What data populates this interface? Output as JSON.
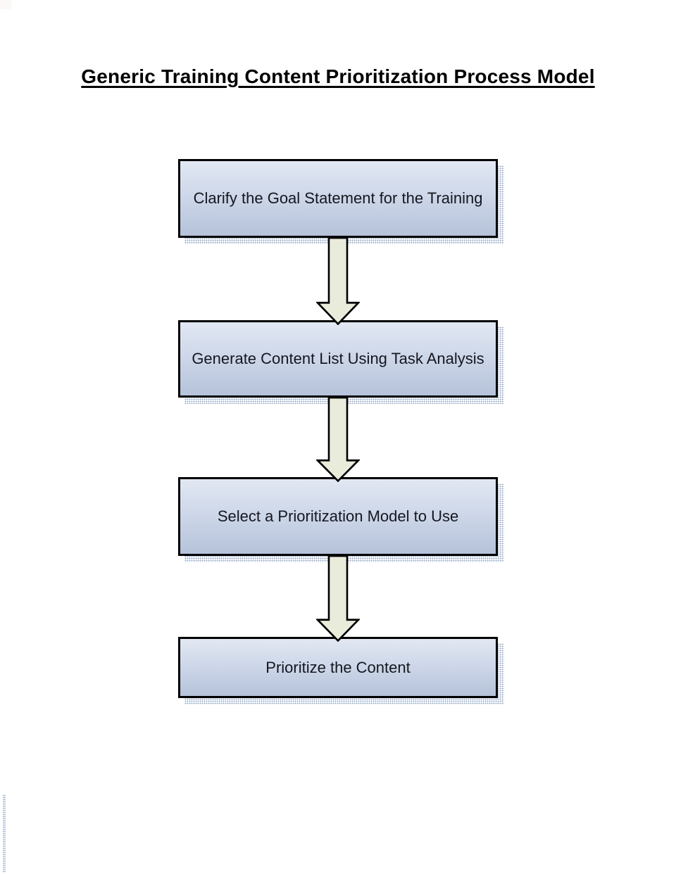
{
  "page": {
    "title": "Generic Training Content Prioritization Process Model",
    "background": "#ffffff"
  },
  "diagram": {
    "type": "flowchart",
    "direction": "top-to-bottom",
    "steps": [
      {
        "id": 1,
        "label": "Clarify the Goal Statement for the Training"
      },
      {
        "id": 2,
        "label": "Generate Content List Using Task Analysis"
      },
      {
        "id": 3,
        "label": "Select a Prioritization Model to Use"
      },
      {
        "id": 4,
        "label": "Prioritize the Content"
      }
    ],
    "connectors": [
      {
        "from": 1,
        "to": 2,
        "style": "block-arrow-down"
      },
      {
        "from": 2,
        "to": 3,
        "style": "block-arrow-down"
      },
      {
        "from": 3,
        "to": 4,
        "style": "block-arrow-down"
      }
    ],
    "colors": {
      "title_text": "#000000",
      "box_gradient_top": "#e2e8f3",
      "box_gradient_bottom": "#b5c2d9",
      "box_border": "#000000",
      "box_text": "#15171f",
      "arrow_fill": "#e9ecdb",
      "arrow_outline": "#000000",
      "shadow_dot": "#94aac9"
    }
  }
}
